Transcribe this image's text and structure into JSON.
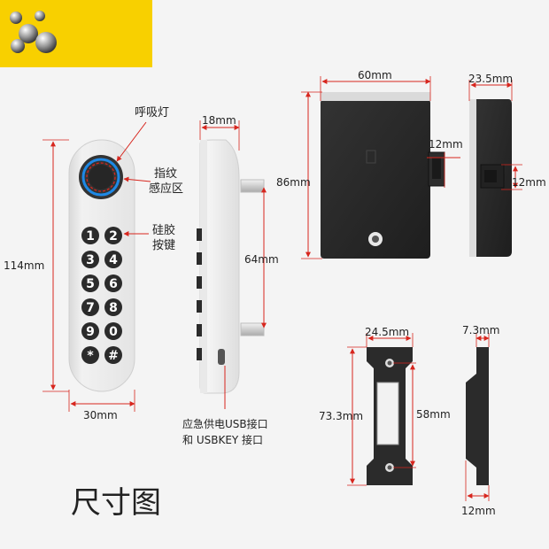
{
  "title": "尺寸图",
  "colors": {
    "background": "#f4f4f4",
    "logo": "#f8d000",
    "dimension": "#d7261e",
    "lock_body": "#2a2a2a",
    "keypad": "#eeeeee"
  },
  "annotations": {
    "breathing_light": "呼吸灯",
    "fingerprint_line1": "指纹",
    "fingerprint_line2": "感应区",
    "silicone_line1": "硅胶",
    "silicone_line2": "按键",
    "usb_line1": "应急供电USB接口",
    "usb_line2": "和 USBKEY 接口"
  },
  "dimensions": {
    "keypad_height": "114mm",
    "keypad_width": "30mm",
    "side_depth": "18mm",
    "side_pin_spacing": "64mm",
    "body_width": "60mm",
    "body_height": "86mm",
    "bolt_width": "12mm",
    "side_body_width": "23.5mm",
    "side_bolt": "12mm",
    "strike_width": "24.5mm",
    "strike_height": "73.3mm",
    "strike_hole_spacing": "58mm",
    "strike_side_width": "7.3mm",
    "strike_side_depth": "12mm"
  },
  "keys": [
    "1",
    "2",
    "3",
    "4",
    "5",
    "6",
    "7",
    "8",
    "9",
    "0",
    "*",
    "#"
  ]
}
